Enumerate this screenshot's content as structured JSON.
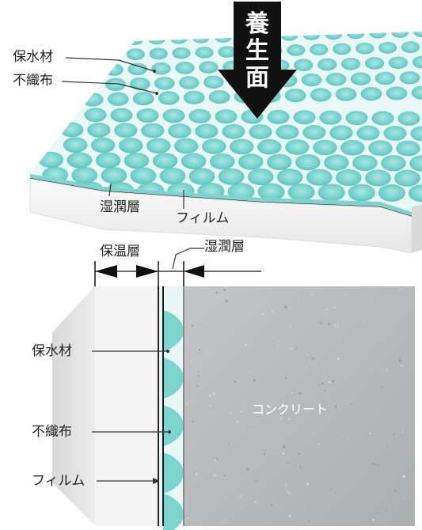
{
  "top_view": {
    "arrow_label": [
      "養",
      "生",
      "面"
    ],
    "labels": {
      "water_retaining": "保水材",
      "nonwoven": "不織布",
      "wet_layer": "湿潤層",
      "film": "フィルム"
    }
  },
  "section_view": {
    "insulation_layer": "保温層",
    "wet_layer": "湿潤層",
    "water_retaining": "保水材",
    "nonwoven": "不織布",
    "film": "フィルム",
    "concrete": "コンクリート"
  },
  "colors": {
    "teal": "#56c9c3",
    "teal_light": "#bfe9e6",
    "concrete": "#b9babb",
    "insulation": "#f3f3f3",
    "arrow": "#111111"
  }
}
